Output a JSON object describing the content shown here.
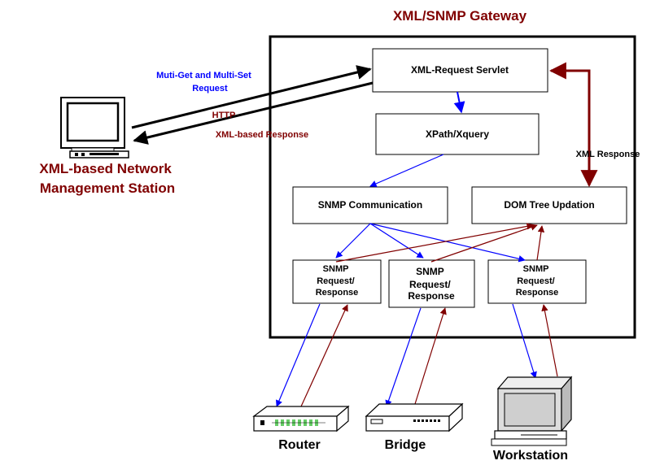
{
  "title": "XML/SNMP Gateway",
  "station_label": [
    "XML-based Network",
    "Management Station"
  ],
  "boxes": {
    "servlet": "XML-Request Servlet",
    "xpath": "XPath/Xquery",
    "snmp_comm": "SNMP Communication",
    "dom": "DOM Tree Updation",
    "req1": [
      "SNMP",
      "Request/",
      "Response"
    ],
    "req2": [
      "SNMP",
      "Request/",
      "Response"
    ],
    "req3": [
      "SNMP",
      "Request/",
      "Response"
    ]
  },
  "edge_labels": {
    "multi_get": [
      "Muti-Get and Multi-Set",
      "Request"
    ],
    "http": "HTTP",
    "xml_response_left": "XML-based Response",
    "xml_response_right": "XML Response"
  },
  "devices": {
    "router": "Router",
    "bridge": "Bridge",
    "workstation": "Workstation"
  },
  "colors": {
    "request_arrow": "#0000ff",
    "response_arrow": "#800000",
    "title_text": "#800000",
    "request_label": "#0000ff"
  }
}
